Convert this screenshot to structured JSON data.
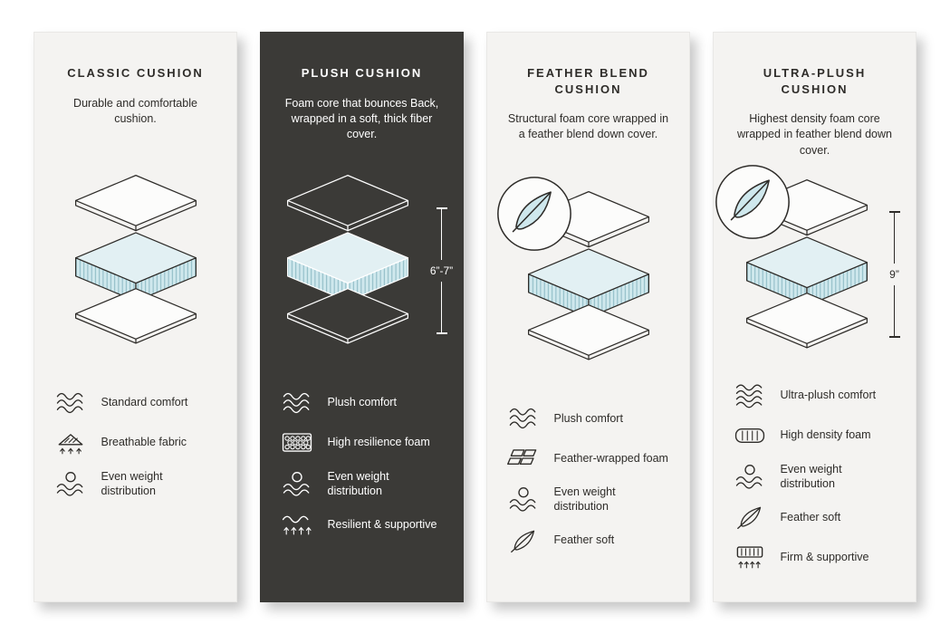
{
  "colors": {
    "page_bg": "#ffffff",
    "card_light_bg": "#f4f3f1",
    "card_dark_bg": "#3b3a37",
    "ink": "#2e2c29",
    "foam_blue": "#cfe8ed"
  },
  "cards": [
    {
      "id": "classic",
      "theme": "light",
      "title": "CLASSIC CUSHION",
      "description": "Durable and comfortable cushion.",
      "height_label": "",
      "feather_badge": false,
      "features": [
        {
          "icon": "comfort-waves",
          "label": "Standard comfort"
        },
        {
          "icon": "breathable-fabric",
          "label": "Breathable fabric"
        },
        {
          "icon": "weight-distribution",
          "label": "Even weight distribution"
        }
      ]
    },
    {
      "id": "plush",
      "theme": "dark",
      "title": "PLUSH CUSHION",
      "description": "Foam core that bounces Back, wrapped in a soft, thick fiber cover.",
      "height_label": "6”-7”",
      "feather_badge": false,
      "features": [
        {
          "icon": "comfort-waves",
          "label": "Plush comfort"
        },
        {
          "icon": "resilience-foam",
          "label": "High resilience foam"
        },
        {
          "icon": "weight-distribution",
          "label": "Even weight distribution"
        },
        {
          "icon": "resilient-spring",
          "label": "Resilient & supportive"
        }
      ]
    },
    {
      "id": "feather-blend",
      "theme": "light",
      "title": "FEATHER BLEND CUSHION",
      "description": "Structural foam core wrapped in a feather blend down cover.",
      "height_label": "",
      "feather_badge": true,
      "features": [
        {
          "icon": "comfort-waves",
          "label": "Plush comfort"
        },
        {
          "icon": "feather-foam",
          "label": "Feather-wrapped foam"
        },
        {
          "icon": "weight-distribution",
          "label": "Even weight distribution"
        },
        {
          "icon": "feather",
          "label": "Feather soft"
        }
      ]
    },
    {
      "id": "ultra-plush",
      "theme": "light",
      "title": "ULTRA-PLUSH CUSHION",
      "description": "Highest density foam core wrapped in feather blend down cover.",
      "height_label": "9”",
      "feather_badge": true,
      "features": [
        {
          "icon": "comfort-waves",
          "label": "Ultra-plush comfort"
        },
        {
          "icon": "density-foam",
          "label": "High density foam"
        },
        {
          "icon": "weight-distribution",
          "label": "Even weight distribution"
        },
        {
          "icon": "feather",
          "label": "Feather soft"
        },
        {
          "icon": "firm-support",
          "label": "Firm & supportive"
        }
      ]
    }
  ]
}
